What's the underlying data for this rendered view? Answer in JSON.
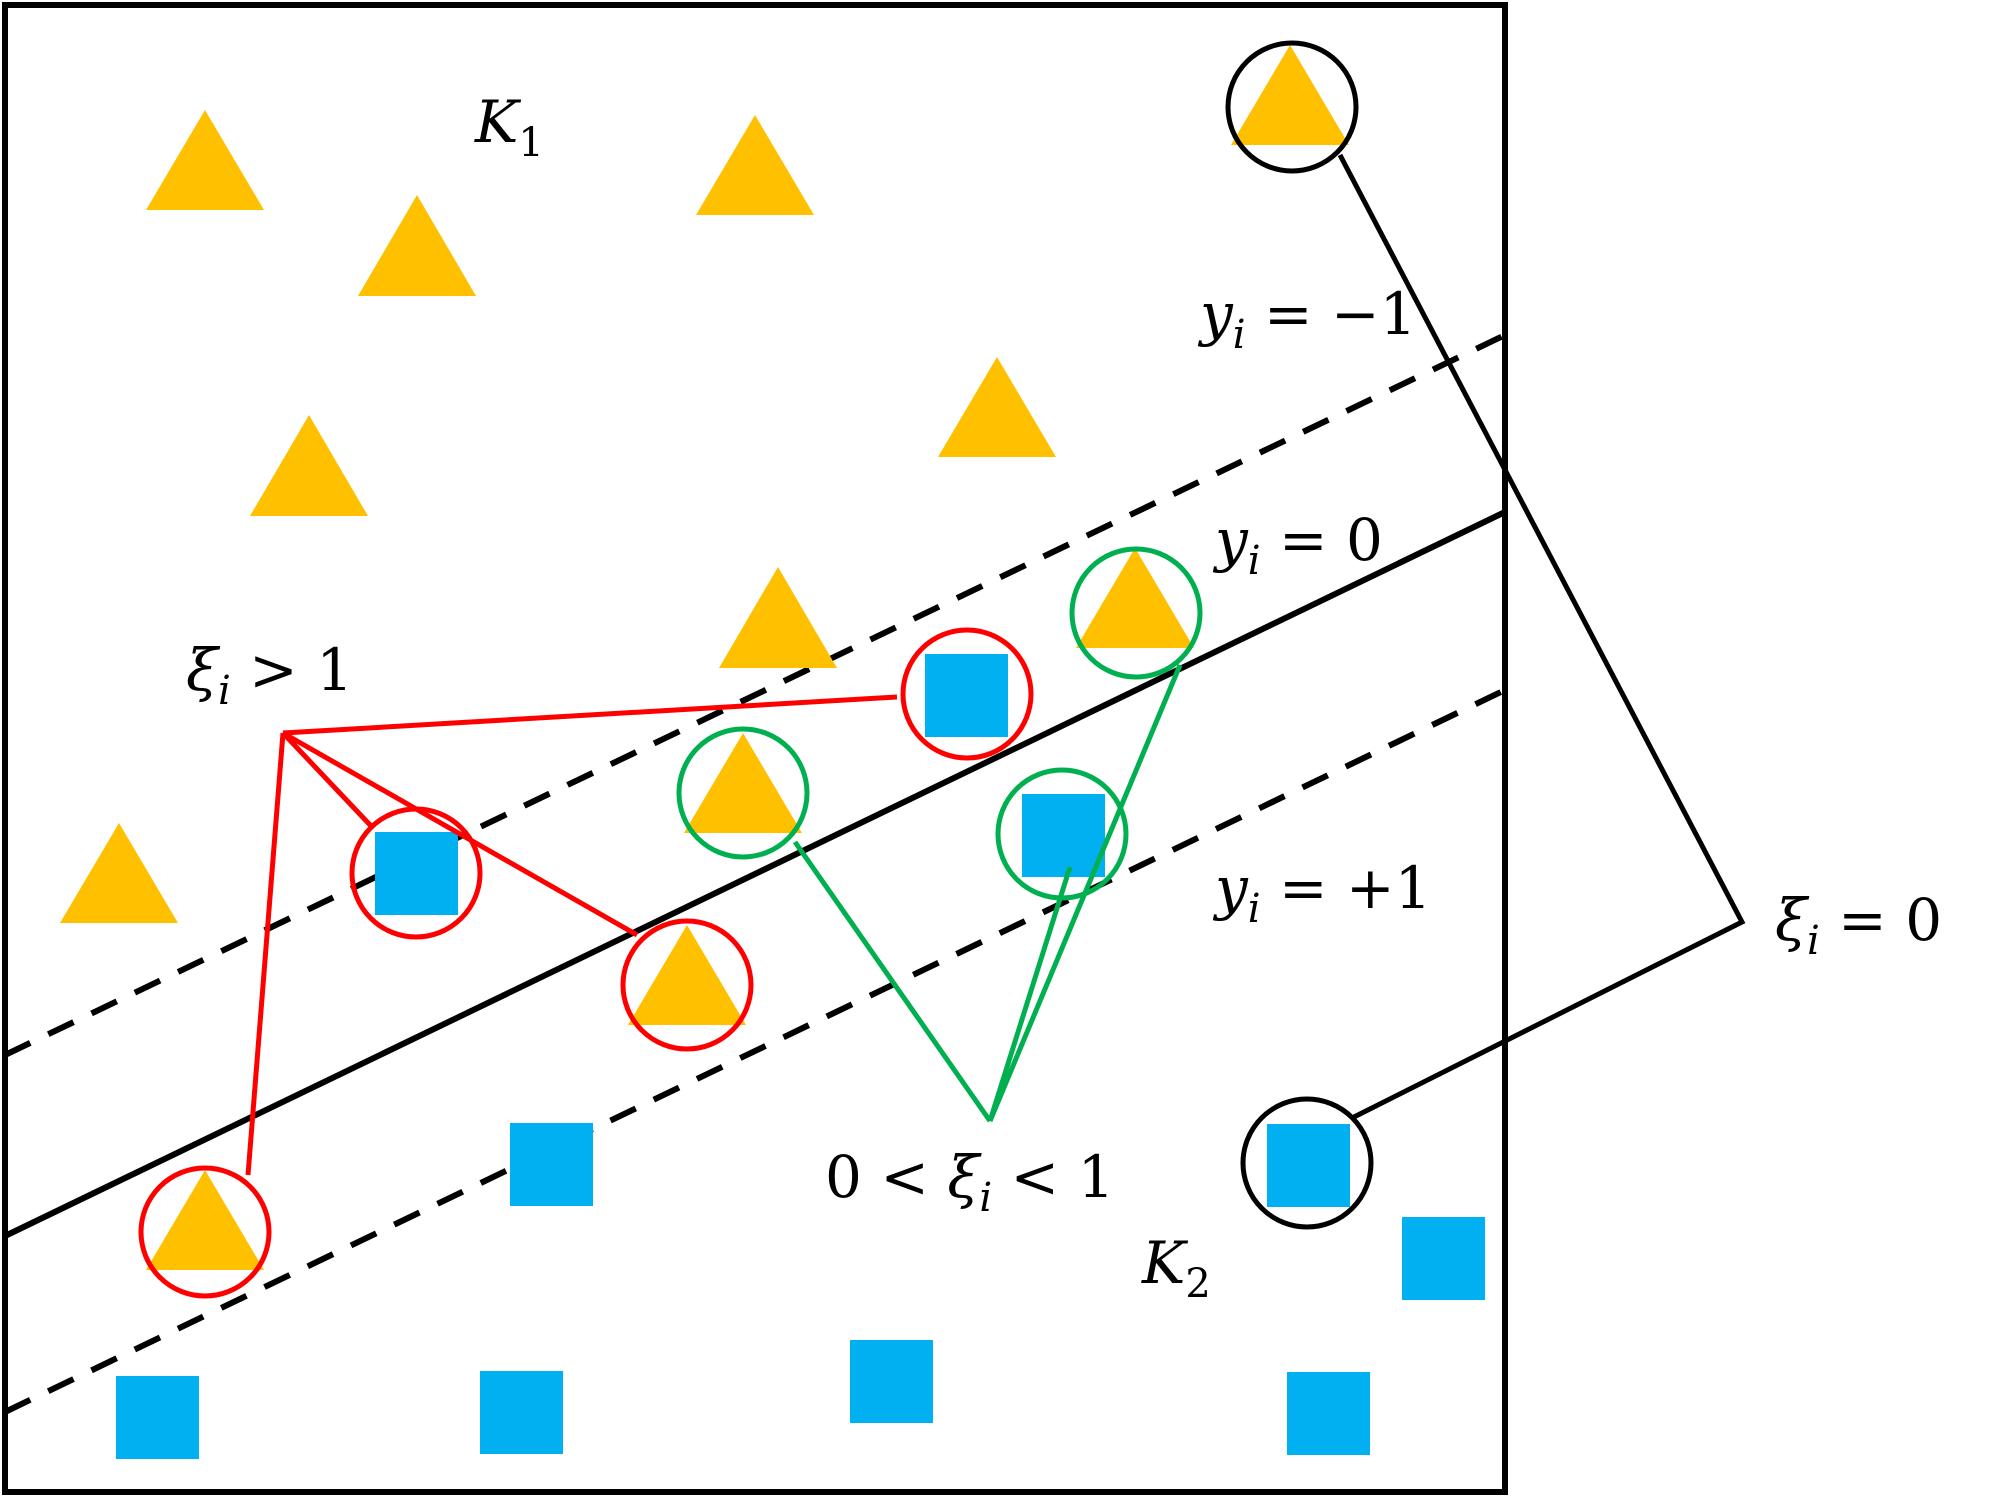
{
  "labels": {
    "k1": "K",
    "k1_sub": "1",
    "k2": "K",
    "k2_sub": "2",
    "y_neg": "y",
    "y_neg_sub": "i",
    "y_neg_rhs": " = −1",
    "y_zero": "y",
    "y_zero_sub": "i",
    "y_zero_rhs": " = 0",
    "y_pos": "y",
    "y_pos_sub": "i",
    "y_pos_rhs": " = +1",
    "xi_gt": "ξ",
    "xi_gt_sub": "i",
    "xi_gt_rhs": " > 1",
    "xi_mid_lhs": "0 < ",
    "xi_mid": "ξ",
    "xi_mid_sub": "i",
    "xi_mid_rhs": " < 1",
    "xi_zero": "ξ",
    "xi_zero_sub": "i",
    "xi_zero_rhs": " = 0"
  },
  "colors": {
    "triangle": "#FFC000",
    "square": "#00B0F0",
    "red": "#FF0000",
    "green": "#00B050",
    "black": "#000000"
  },
  "legend_shapes": [
    "triangle",
    "square"
  ]
}
